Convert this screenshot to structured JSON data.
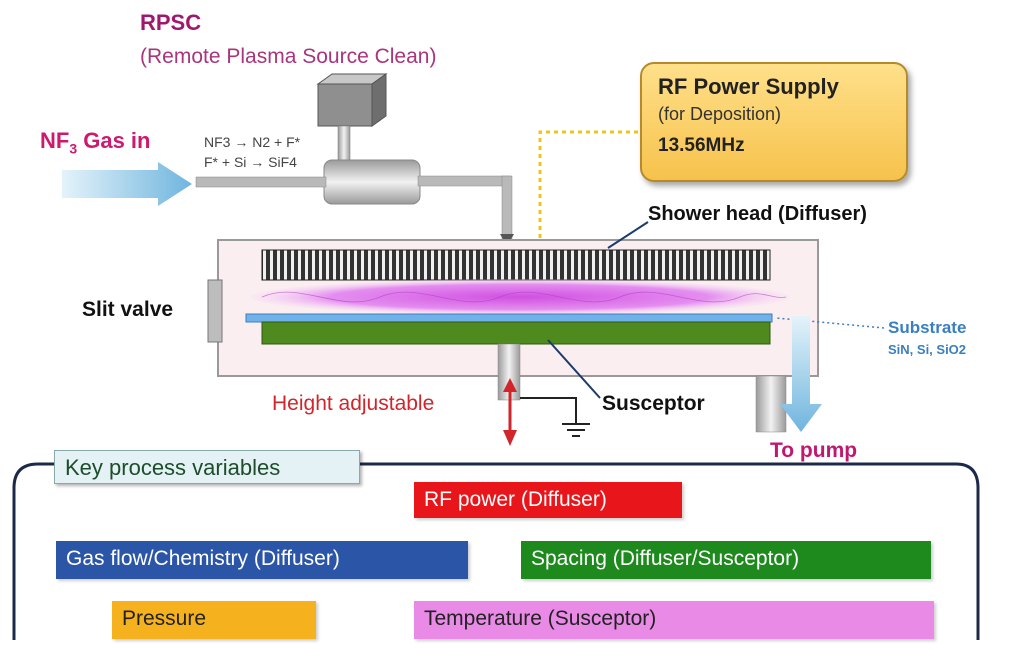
{
  "rpsc": {
    "title": "RPSC",
    "subtitle": "(Remote Plasma Source Clean)"
  },
  "gas_in": {
    "label_prefix": "NF",
    "label_sub": "3",
    "label_suffix": " Gas in"
  },
  "reactions": {
    "line1": "NF3 → N2 + F*",
    "line2": "F* + Si → SiF4"
  },
  "rf_power": {
    "title": "RF Power Supply",
    "subtitle": "(for Deposition)",
    "frequency": "13.56MHz"
  },
  "labels": {
    "shower_head": "Shower head (Diffuser)",
    "slit_valve": "Slit valve",
    "substrate": "Substrate",
    "substrate_materials": "SiN, Si, SiO2",
    "height_adjustable": "Height adjustable",
    "susceptor": "Susceptor",
    "to_pump": "To pump"
  },
  "key_variables": {
    "title": "Key process variables",
    "items": {
      "rf_power": "RF power (Diffuser)",
      "gas_flow": "Gas flow/Chemistry (Diffuser)",
      "spacing": "Spacing (Diffuser/Susceptor)",
      "pressure": "Pressure",
      "temperature": "Temperature (Susceptor)"
    }
  },
  "colors": {
    "rf_power": "#e8151b",
    "gas_flow": "#2b55a6",
    "spacing": "#1e8a1e",
    "pressure": "#f5b21e",
    "temperature": "#e98ae6",
    "rf_box": "#f6c24c",
    "plasma": "#d86ee8",
    "susceptor": "#4f8a1e"
  }
}
